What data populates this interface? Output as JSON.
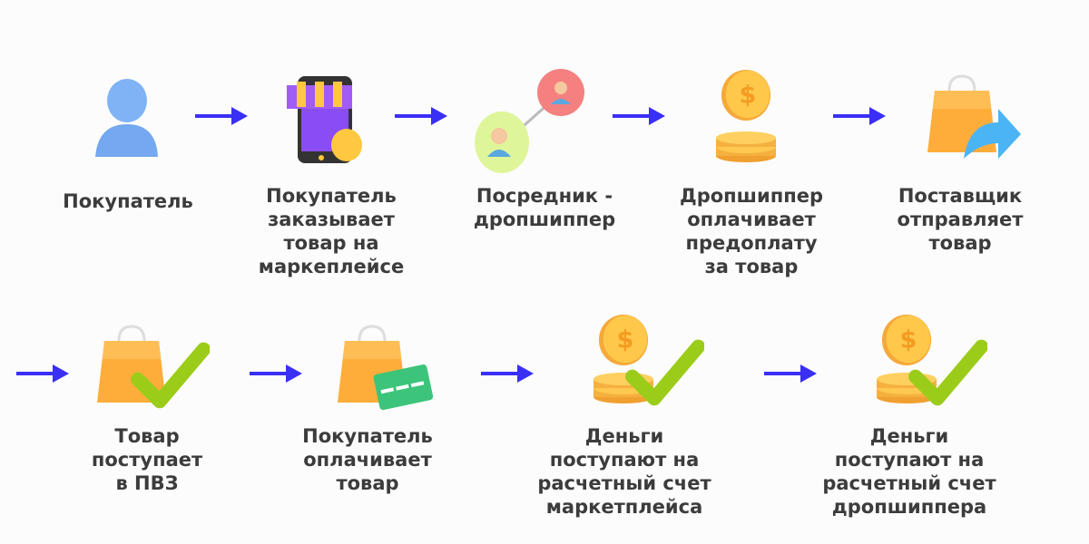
{
  "steps": [
    {
      "label": "Покупатель",
      "icon": "person-icon"
    },
    {
      "label": "Покупатель\nзаказывает\nтовар на\nмаркеплейсе",
      "icon": "shop-phone-icon"
    },
    {
      "label": "Посредник -\nдропшиппер",
      "icon": "intermediary-icon"
    },
    {
      "label": "Дропшиппер\nоплачивает\nпредоплату\nза товар",
      "icon": "coin-stack-icon"
    },
    {
      "label": "Поставщик\nотправляет\nтовар",
      "icon": "bag-send-icon"
    },
    {
      "label": "Товар\nпоступает\nв ПВЗ",
      "icon": "bag-check-icon"
    },
    {
      "label": "Покупатель\nоплачивает\nтовар",
      "icon": "bag-card-icon"
    },
    {
      "label": "Деньги\nпоступают на\nрасчетный счет\nмаркетплейса",
      "icon": "coins-check-icon"
    },
    {
      "label": "Деньги\nпоступают на\nрасчетный счет\nдропшиппера",
      "icon": "coins-check-icon"
    }
  ],
  "colors": {
    "arrow": "#3a2ff5",
    "text": "#3c3c3c"
  }
}
